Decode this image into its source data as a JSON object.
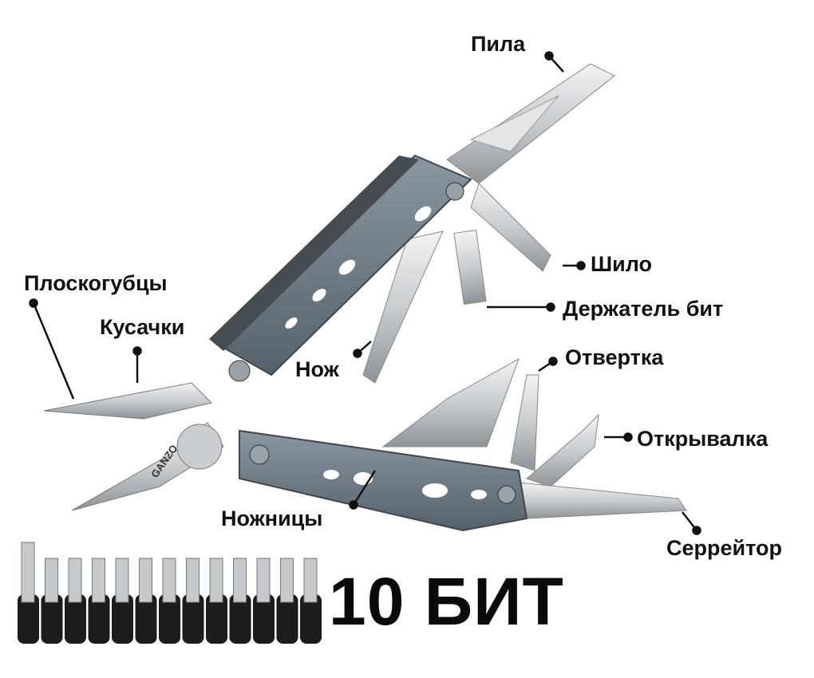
{
  "labels": {
    "saw": "Пила",
    "awl": "Шило",
    "bit_holder": "Держатель бит",
    "pliers": "Плоскогубцы",
    "cutters": "Кусачки",
    "knife": "Нож",
    "screwdriver": "Отвертка",
    "opener": "Открывалка",
    "scissors": "Ножницы",
    "serrator": "Серрейтор"
  },
  "bits_caption": "10 БИТ",
  "brand": "GANZO",
  "colors": {
    "handle": "#6f7c86",
    "steel": "#d6d9dc",
    "text": "#111111",
    "bit_base": "#1c1c1c"
  }
}
